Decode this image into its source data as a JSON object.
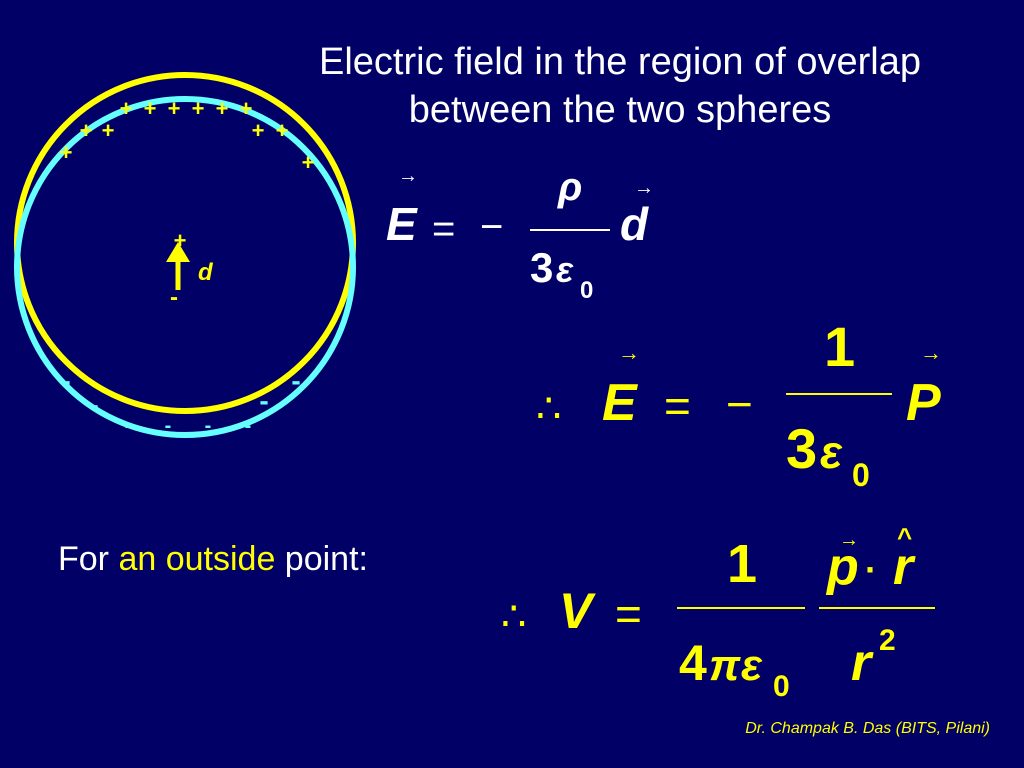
{
  "slide": {
    "title_line1": "Electric field in the region of overlap",
    "title_line2": "between the two spheres",
    "footer": "Dr. Champak B. Das (BITS, Pilani)",
    "colors": {
      "background": "#000066",
      "positive_sphere": "#ffff00",
      "negative_sphere": "#66ffff",
      "equation_highlight": "#ffff00",
      "equation_default": "#ffffff"
    }
  },
  "diagram": {
    "plus_sign": "+",
    "minus_sign": "-",
    "displacement_label": "d"
  },
  "equation1": {
    "lhs": "E",
    "equals": "=",
    "minus": "−",
    "numerator": "ρ",
    "denominator_coef": "3",
    "epsilon": "ε",
    "subscript": "0",
    "vector": "d"
  },
  "equation2": {
    "therefore": "∴",
    "lhs": "E",
    "equals": "=",
    "minus": "−",
    "numerator": "1",
    "denominator_coef": "3",
    "epsilon": "ε",
    "subscript": "0",
    "vector": "P"
  },
  "equation3": {
    "therefore": "∴",
    "lhs": "V",
    "equals": "=",
    "numerator1": "1",
    "denominator1_coef": "4",
    "pi": "π",
    "epsilon": "ε",
    "subscript": "0",
    "p": "p",
    "dot": "·",
    "r_hat": "r",
    "r": "r",
    "exponent": "2"
  },
  "outside": {
    "prefix": "For ",
    "highlight": "an outside",
    "suffix": " point:"
  }
}
